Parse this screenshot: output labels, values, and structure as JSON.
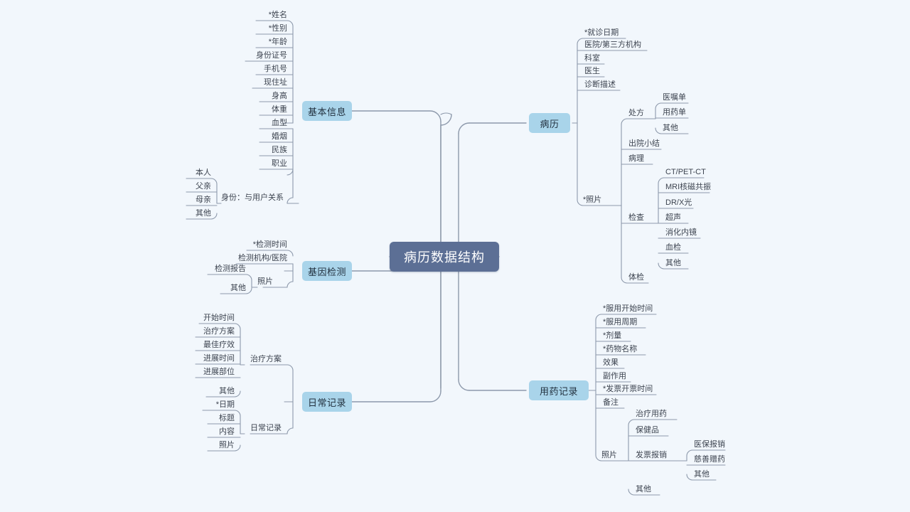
{
  "canvas": {
    "background": "#f2f7fc",
    "line_color": "#8d99ab",
    "root_color": "#5c6f95",
    "branch_color": "#a9d4ea",
    "text_color": "#3d4450"
  },
  "root": {
    "label": "病历数据结构"
  },
  "branches": {
    "basic_info": {
      "label": "基本信息",
      "items": [
        "*姓名",
        "*性别",
        "*年龄",
        "身份证号",
        "手机号",
        "现住址",
        "身高",
        "体重",
        "血型",
        "婚烟",
        "民族",
        "职业"
      ],
      "identity": {
        "label": "身份：与用户关系",
        "items": [
          "本人",
          "父亲",
          "母亲",
          "其他"
        ]
      }
    },
    "gene_test": {
      "label": "基因检测",
      "items": [
        "*检测时间",
        "检测机构/医院"
      ],
      "photo": {
        "label": "照片",
        "items": [
          "检测报告",
          "其他"
        ]
      }
    },
    "daily_record": {
      "label": "日常记录",
      "treatment_plan": {
        "label": "治疗方案",
        "items": [
          "开始时间",
          "治疗方案",
          "最佳疗效",
          "进展时间",
          "进展部位",
          "其他"
        ]
      },
      "daily_log": {
        "label": "日常记录",
        "items": [
          "*日期",
          "标题",
          "内容",
          "照片"
        ]
      }
    },
    "medical_record": {
      "label": "病历",
      "items": [
        "*就诊日期",
        "医院/第三方机构",
        "科室",
        "医生",
        "诊断描述"
      ],
      "photo": {
        "label": "*照片",
        "groups": [
          {
            "label": "处方",
            "items": [
              "医嘱单",
              "用药单",
              "其他"
            ]
          },
          {
            "label": "出院小结",
            "items": []
          },
          {
            "label": "病理",
            "items": []
          },
          {
            "label": "检查",
            "items": [
              "CT/PET-CT",
              "MRI核磁共振",
              "DR/X光",
              "超声",
              "消化内镜",
              "血检",
              "其他"
            ]
          },
          {
            "label": "体检",
            "items": []
          }
        ]
      }
    },
    "medication_record": {
      "label": "用药记录",
      "items": [
        "*服用开始时间",
        "*服用周期",
        "*剂量",
        "*药物名称",
        "效果",
        "副作用",
        "*发票开票时间",
        "备注"
      ],
      "photo": {
        "label": "照片",
        "groups": [
          {
            "label": "治疗用药",
            "items": []
          },
          {
            "label": "保健品",
            "items": []
          },
          {
            "label": "发票报销",
            "items": [
              "医保报销",
              "慈善赠药",
              "其他"
            ]
          },
          {
            "label": "其他",
            "items": []
          }
        ]
      }
    }
  }
}
